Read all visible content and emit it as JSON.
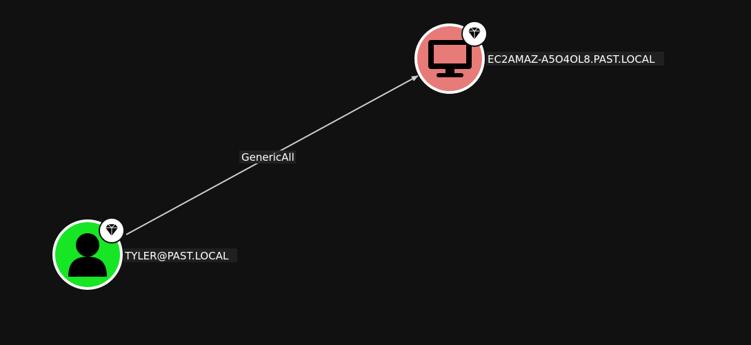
{
  "graph": {
    "colors": {
      "background": "#111111",
      "node_border": "#ffffff",
      "user_fill": "#17e625",
      "computer_fill": "#e77b78",
      "edge": "#cfcfcf",
      "icon": "#000000"
    },
    "nodes": [
      {
        "id": "computer",
        "type": "computer",
        "icon": "monitor-icon",
        "badge": "gem-icon",
        "label": "EC2AMAZ-A5O4OL8.PAST.LOCAL"
      },
      {
        "id": "user",
        "type": "user",
        "icon": "user-icon",
        "badge": "gem-icon",
        "label": "TYLER@PAST.LOCAL"
      }
    ],
    "edges": [
      {
        "from": "user",
        "to": "computer",
        "label": "GenericAll"
      }
    ]
  }
}
